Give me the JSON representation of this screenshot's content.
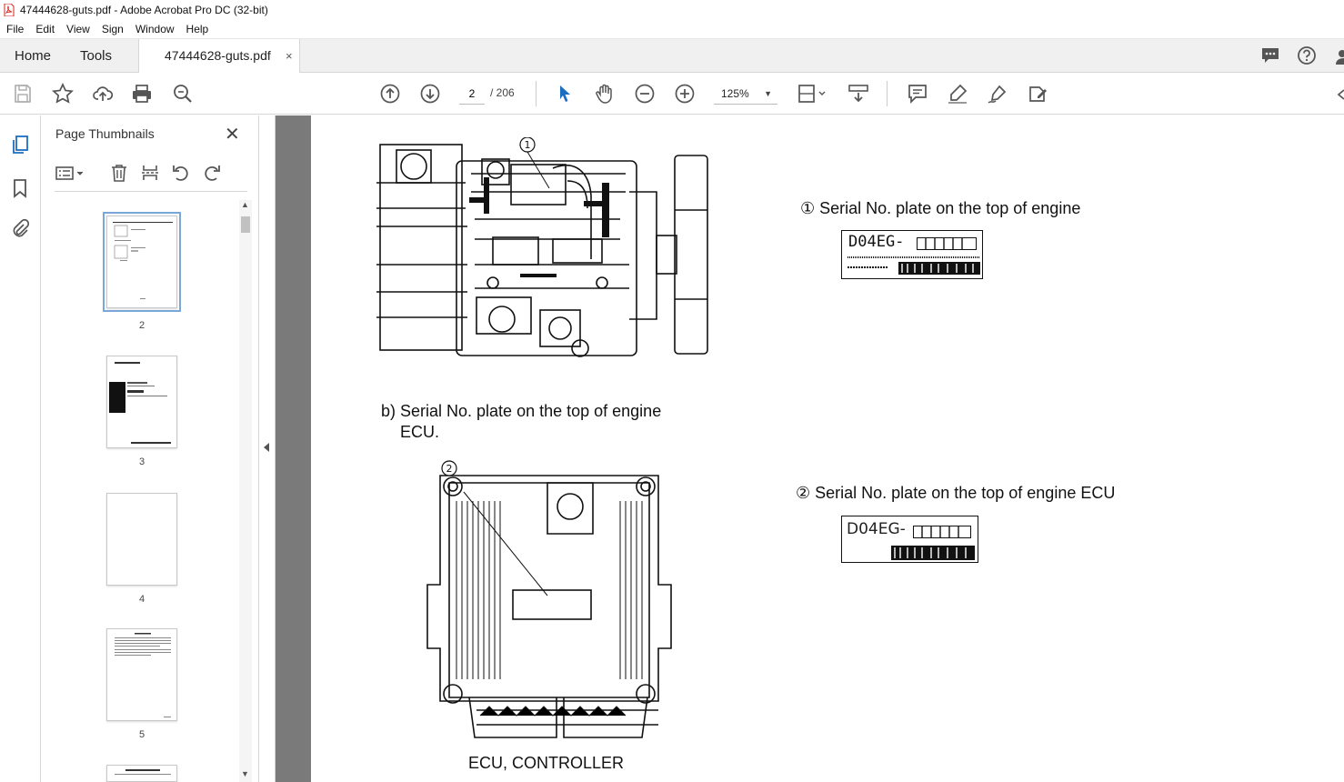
{
  "window": {
    "title": "47444628-guts.pdf - Adobe Acrobat Pro DC (32-bit)"
  },
  "menu": [
    "File",
    "Edit",
    "View",
    "Sign",
    "Window",
    "Help"
  ],
  "tabs": {
    "home": "Home",
    "tools": "Tools",
    "file": "47444628-guts.pdf",
    "close": "×"
  },
  "toolbar": {
    "page_current": "2",
    "page_total": "/ 206",
    "zoom": "125%"
  },
  "thumbnails": {
    "title": "Page Thumbnails",
    "close": "✕",
    "pages": [
      "2",
      "3",
      "4",
      "5"
    ]
  },
  "document": {
    "label_b": "b) Serial No. plate on the top of engine",
    "label_b2": "ECU.",
    "callout1": "① Serial No. plate on the top of engine",
    "callout2": "② Serial No. plate on the top of engine ECU",
    "marker1": "①",
    "marker2": "②",
    "plate1_line1": "D04EG-",
    "plate2_line1": "D04EG-",
    "caption": "ECU, CONTROLLER"
  }
}
